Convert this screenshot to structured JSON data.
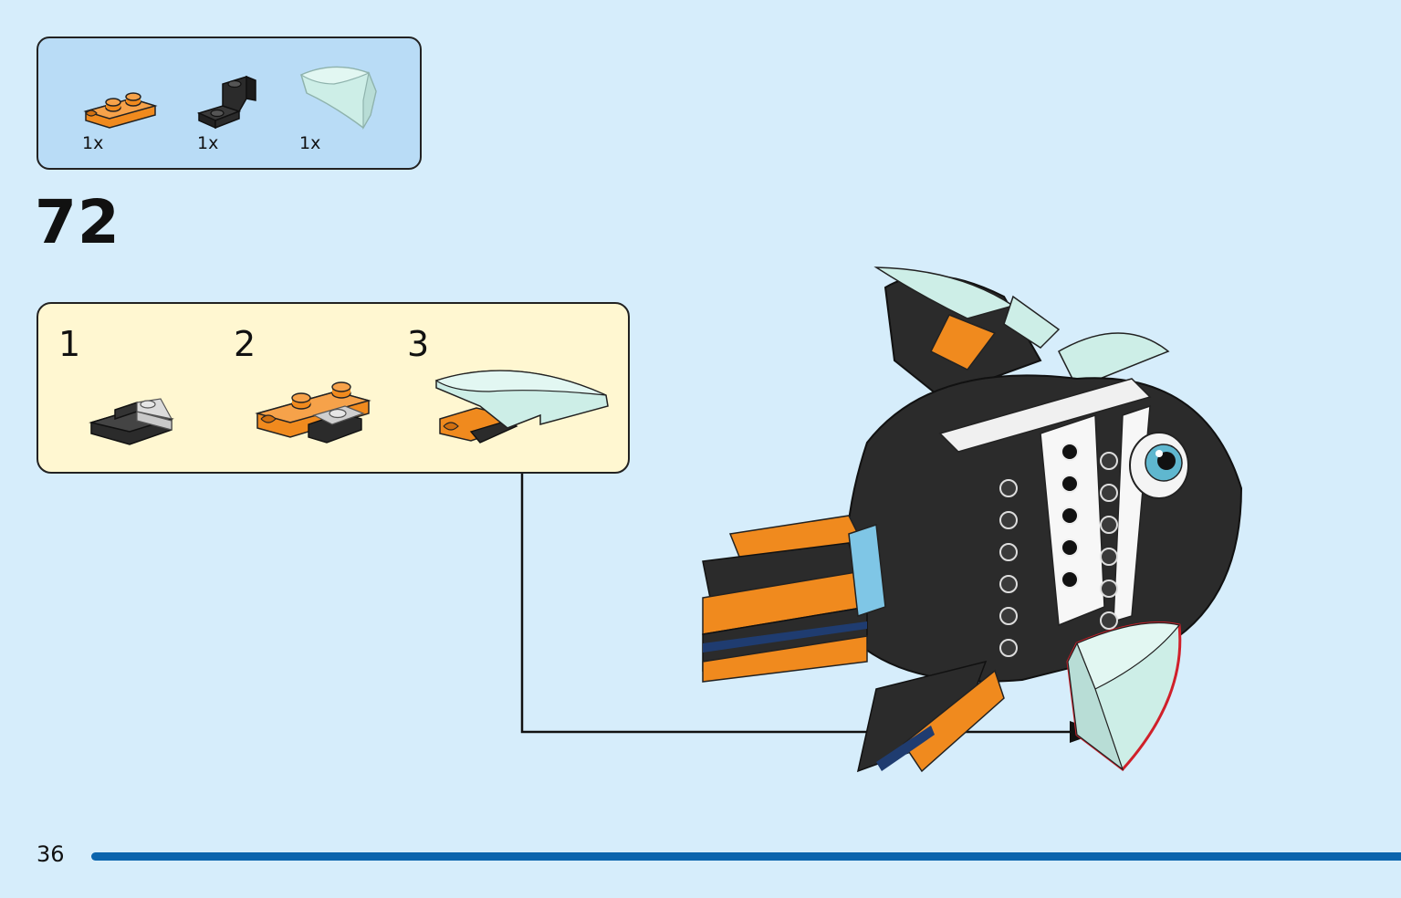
{
  "parts_list": {
    "items": [
      {
        "name": "orange-hinge-plate",
        "qty": "1x",
        "color": "#f08a1e"
      },
      {
        "name": "black-bracket-plate",
        "qty": "1x",
        "color": "#2b2b2b"
      },
      {
        "name": "aqua-curved-slope",
        "qty": "1x",
        "color": "#cdeee7"
      }
    ]
  },
  "step": {
    "number": "72",
    "substeps": [
      {
        "label": "1"
      },
      {
        "label": "2"
      },
      {
        "label": "3"
      }
    ]
  },
  "page": {
    "number": "36",
    "bar_color": "#0b64ad"
  },
  "colors": {
    "background": "#d6edfb",
    "parts_box": "#b9dcf6",
    "substep_box": "#fff7d1",
    "highlight": "#d0202a"
  }
}
